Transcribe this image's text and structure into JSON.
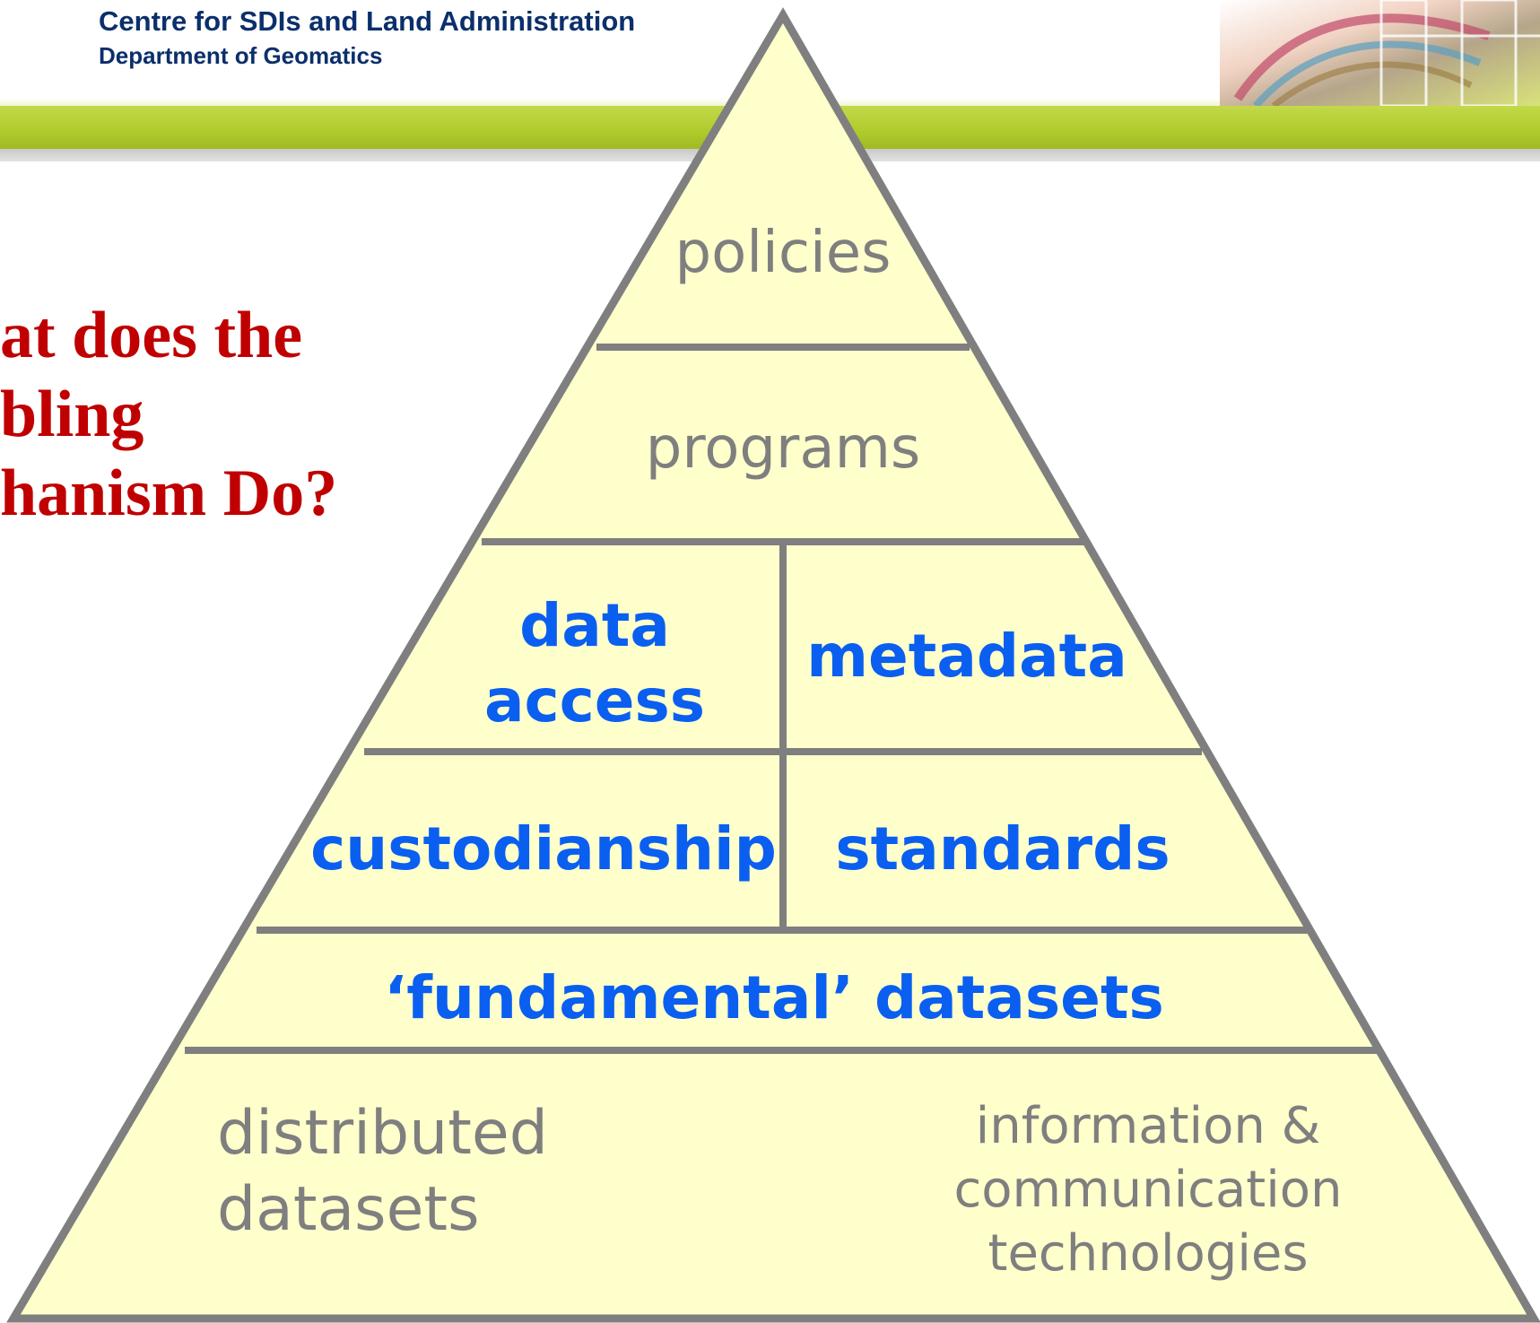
{
  "header": {
    "org_name": "Centre for SDIs and Land Administration",
    "dept_name": "Department of Geomatics"
  },
  "slide": {
    "title_lines": [
      "at does the",
      "bling",
      "hanism Do?"
    ]
  },
  "pyramid": {
    "tier_policies": "policies",
    "tier_programs": "programs",
    "data_access": [
      "data",
      "access"
    ],
    "metadata": "metadata",
    "custodianship": "custodianship",
    "standards": "standards",
    "fundamental_datasets": "‘fundamental’ datasets",
    "distributed_datasets": [
      "distributed",
      "datasets"
    ],
    "ict": [
      "information &",
      "communication",
      "technologies"
    ]
  },
  "colors": {
    "title_red": "#c00000",
    "label_blue": "#0a5ff0",
    "label_grey": "#7f7f7f",
    "pyramid_fill": "#ffffcc",
    "pyramid_stroke": "#7f7f7f",
    "band_green": "#b2cc2e"
  }
}
